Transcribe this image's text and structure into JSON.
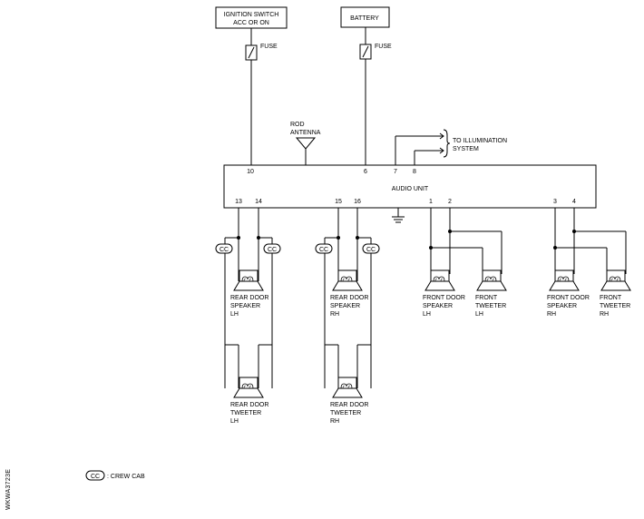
{
  "sources": {
    "ignition": [
      "IGNITION SWITCH",
      "ACC OR ON"
    ],
    "battery": "BATTERY",
    "fuse": "FUSE"
  },
  "antenna": [
    "ROD",
    "ANTENNA"
  ],
  "illumination": [
    "TO ILLUMINATION",
    "SYSTEM"
  ],
  "audio_unit": {
    "label": "AUDIO UNIT",
    "top_pins": [
      "10",
      "6",
      "7",
      "8"
    ],
    "bottom_pins": [
      "13",
      "14",
      "15",
      "16",
      "1",
      "2",
      "3",
      "4"
    ]
  },
  "speakers": {
    "rear_door_speaker_lh": [
      "REAR  DOOR",
      "SPEAKER",
      "LH"
    ],
    "rear_door_speaker_rh": [
      "REAR DOOR",
      "SPEAKER",
      "RH"
    ],
    "front_door_speaker_lh": [
      "FRONT DOOR",
      "SPEAKER",
      "LH"
    ],
    "front_tweeter_lh": [
      "FRONT",
      "TWEETER",
      "LH"
    ],
    "front_door_speaker_rh": [
      "FRONT DOOR",
      "SPEAKER",
      "RH"
    ],
    "front_tweeter_rh": [
      "FRONT",
      "TWEETER",
      "RH"
    ],
    "rear_door_tweeter_lh": [
      "REAR DOOR",
      "TWEETER",
      "LH"
    ],
    "rear_door_tweeter_rh": [
      "REAR DOOR",
      "TWEETER",
      "RH"
    ]
  },
  "cc_tag": "CC",
  "legend": {
    "symbol": "CC",
    "text": ": CREW CAB"
  },
  "figure_code": "WKWA3723E"
}
